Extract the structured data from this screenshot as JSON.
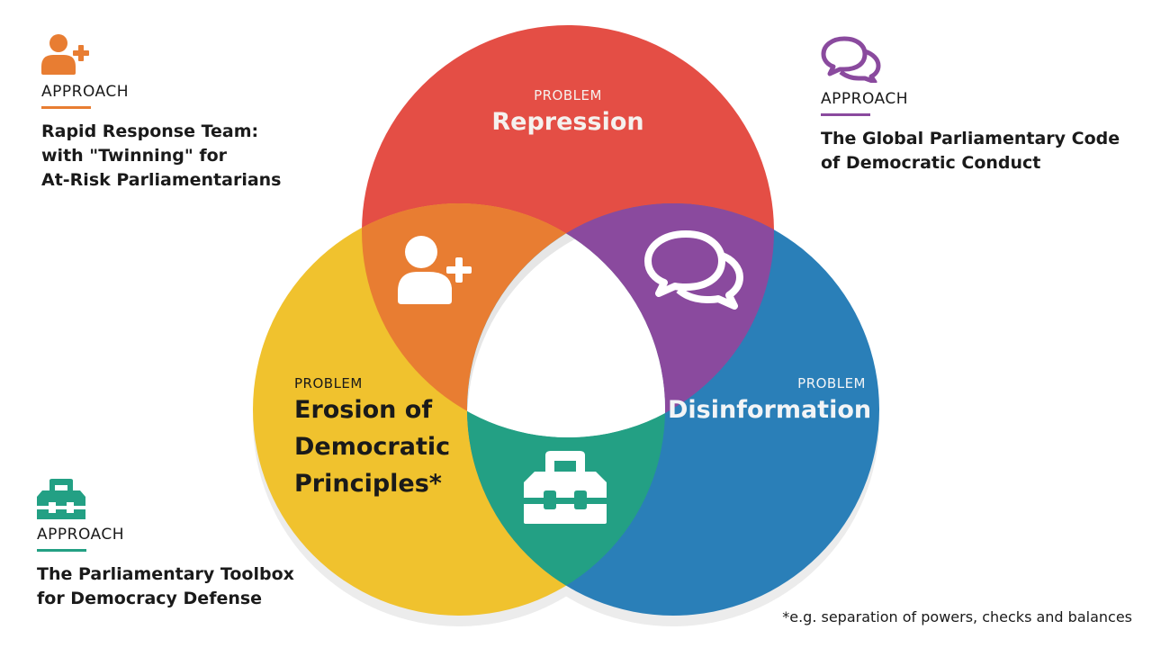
{
  "colors": {
    "repression": "#e44e45",
    "erosion": "#f0c22e",
    "disinformation": "#2a7fb8",
    "rapid_response": "#e87d32",
    "code_of_conduct": "#8a4a9e",
    "toolbox": "#23a084",
    "shadow": "#ececec",
    "center": "#ffffff"
  },
  "problems": [
    {
      "id": "repression",
      "label": "PROBLEM",
      "title": "Repression"
    },
    {
      "id": "erosion",
      "label": "PROBLEM",
      "title_lines": [
        "Erosion of",
        "Democratic",
        "Principles*"
      ]
    },
    {
      "id": "disinformation",
      "label": "PROBLEM",
      "title": "Disinformation"
    }
  ],
  "approaches": [
    {
      "id": "rapid_response",
      "icon": "user-plus-icon",
      "label": "APPROACH",
      "title_lines": [
        "Rapid Response Team:",
        "with \"Twinning\" for",
        "At-Risk Parliamentarians"
      ]
    },
    {
      "id": "code_of_conduct",
      "icon": "chat-bubbles-icon",
      "label": "APPROACH",
      "title_lines": [
        "The Global Parliamentary Code",
        "of Democratic Conduct"
      ]
    },
    {
      "id": "toolbox",
      "icon": "toolbox-icon",
      "label": "APPROACH",
      "title_lines": [
        "The Parliamentary Toolbox",
        "for Democracy Defense"
      ]
    }
  ],
  "footnote": "*e.g. separation of powers, checks and balances"
}
